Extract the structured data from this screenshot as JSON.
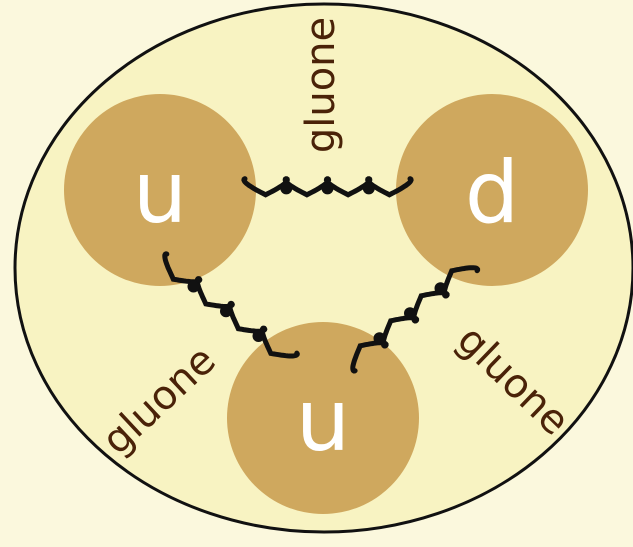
{
  "colors": {
    "background": "#fbf8dd",
    "proton_fill": "#f8f3c2",
    "outline": "#111111",
    "quark_fill": "#cfa85e",
    "quark_text": "#ffffff",
    "gluon_text": "#4a2208",
    "spring": "#111111"
  },
  "quarks": [
    {
      "id": "quark-up-left",
      "label": "u"
    },
    {
      "id": "quark-down",
      "label": "d"
    },
    {
      "id": "quark-up-bottom",
      "label": "u"
    }
  ],
  "gluons": [
    {
      "id": "gluon-top",
      "label": "gluone"
    },
    {
      "id": "gluon-left",
      "label": "gluone"
    },
    {
      "id": "gluon-right",
      "label": "gluone"
    }
  ]
}
